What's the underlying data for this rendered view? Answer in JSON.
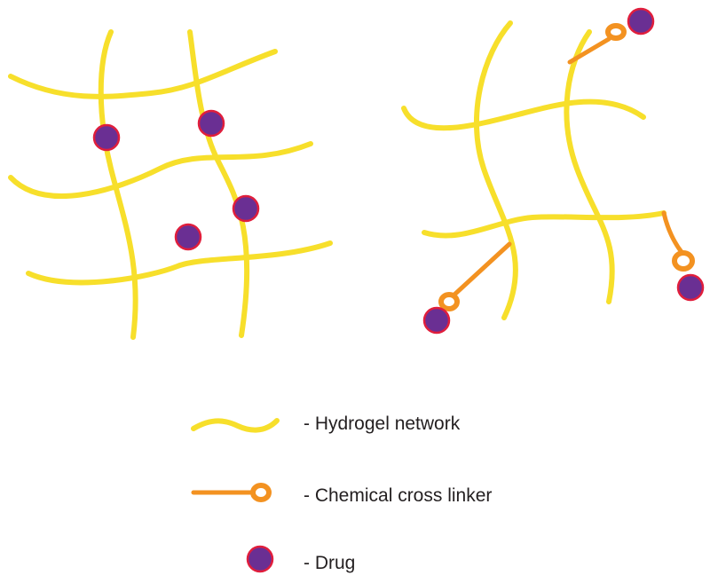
{
  "legend": {
    "items": [
      {
        "symbol": "hydrogel-fiber",
        "label": "- Hydrogel network"
      },
      {
        "symbol": "cross-linker",
        "label": "- Chemical cross linker"
      },
      {
        "symbol": "drug-particle",
        "label": "- Drug"
      }
    ]
  },
  "colors": {
    "fiber": "#f7df2b",
    "linker": "#f39221",
    "drug_fill": "#6a2f93",
    "drug_outline": "#e01e3c",
    "text": "#231f20"
  }
}
